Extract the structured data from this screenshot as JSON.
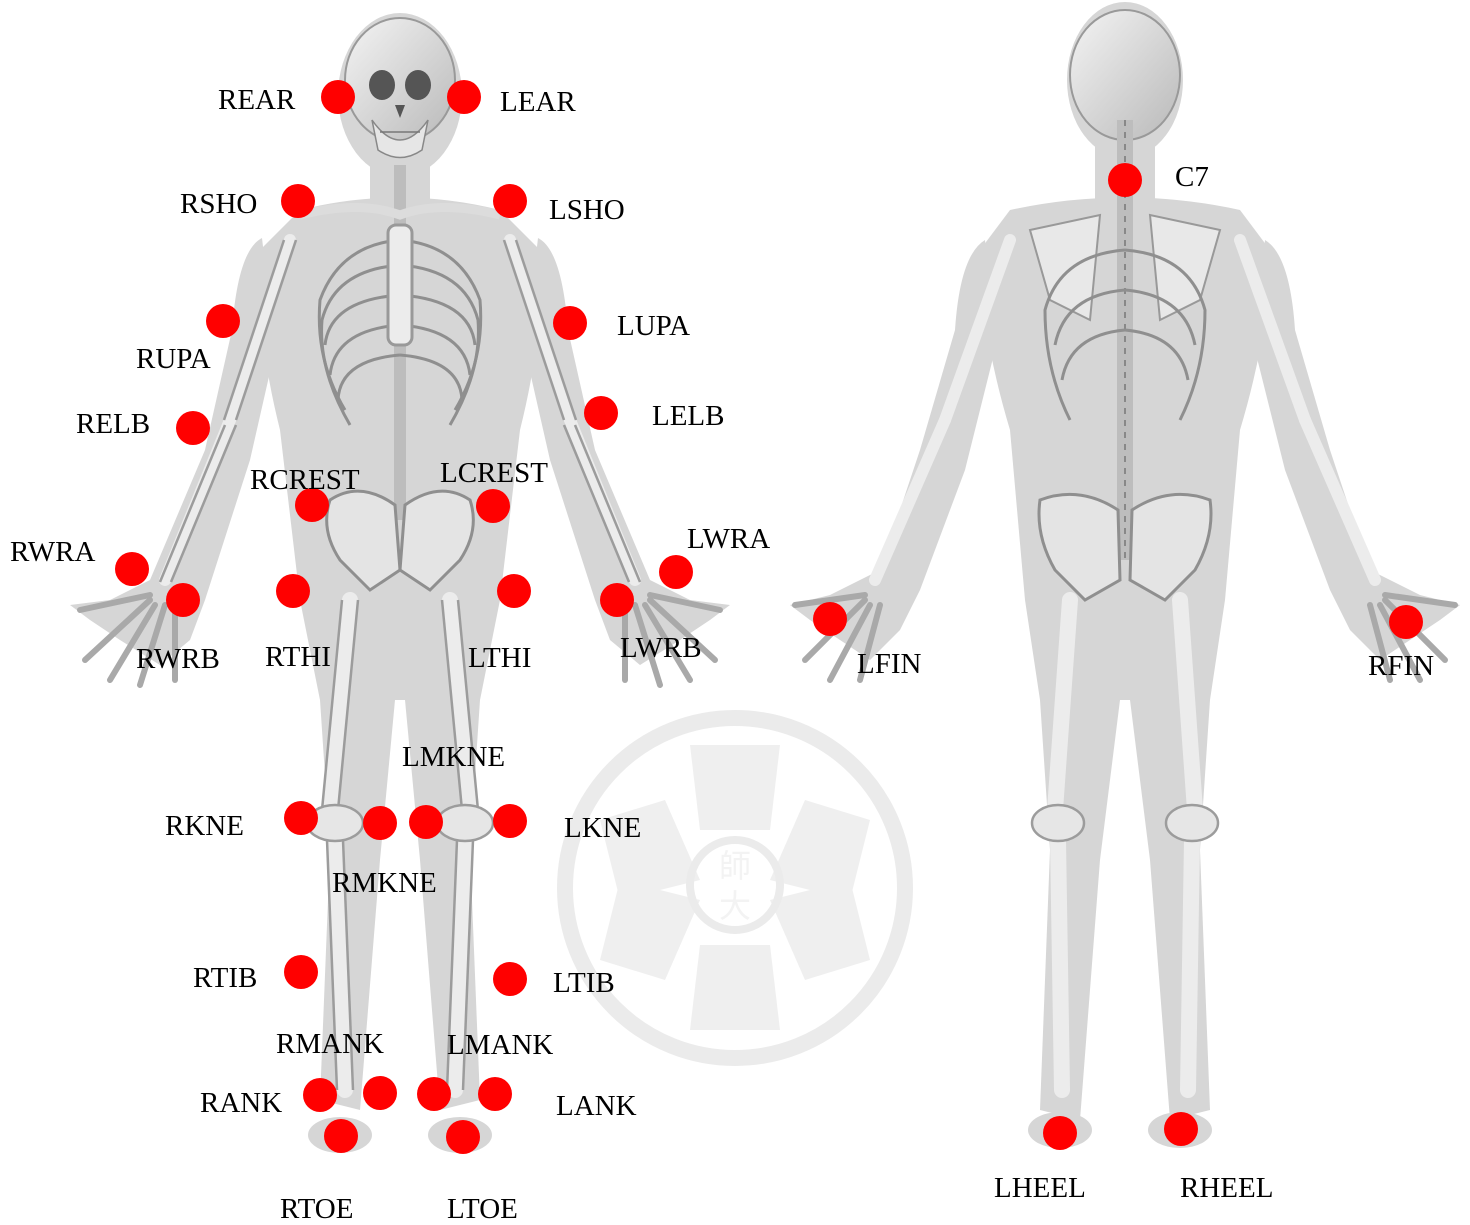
{
  "figure": {
    "colors": {
      "marker": "#ff0000",
      "body": "#d4d4d4",
      "bone": "#eaeaea",
      "bone_edge": "#9a9a9a",
      "seal": "#ebebeb"
    },
    "seal_text": [
      "師",
      "大"
    ],
    "markers": [
      {
        "id": "REAR",
        "label": "REAR"
      },
      {
        "id": "LEAR",
        "label": "LEAR"
      },
      {
        "id": "RSHO",
        "label": "RSHO"
      },
      {
        "id": "LSHO",
        "label": "LSHO"
      },
      {
        "id": "RUPA",
        "label": "RUPA"
      },
      {
        "id": "LUPA",
        "label": "LUPA"
      },
      {
        "id": "RELB",
        "label": "RELB"
      },
      {
        "id": "LELB",
        "label": "LELB"
      },
      {
        "id": "RCREST",
        "label": "RCREST"
      },
      {
        "id": "LCREST",
        "label": "LCREST"
      },
      {
        "id": "RWRA",
        "label": "RWRA"
      },
      {
        "id": "LWRA",
        "label": "LWRA"
      },
      {
        "id": "RWRB",
        "label": "RWRB"
      },
      {
        "id": "LWRB",
        "label": "LWRB"
      },
      {
        "id": "RTHI",
        "label": "RTHI"
      },
      {
        "id": "LTHI",
        "label": "LTHI"
      },
      {
        "id": "LMKNE",
        "label": "LMKNE"
      },
      {
        "id": "RKNE",
        "label": "RKNE"
      },
      {
        "id": "LKNE",
        "label": "LKNE"
      },
      {
        "id": "RMKNE",
        "label": "RMKNE"
      },
      {
        "id": "RTIB",
        "label": "RTIB"
      },
      {
        "id": "LTIB",
        "label": "LTIB"
      },
      {
        "id": "RMANK",
        "label": "RMANK"
      },
      {
        "id": "LMANK",
        "label": "LMANK"
      },
      {
        "id": "RANK",
        "label": "RANK"
      },
      {
        "id": "LANK",
        "label": "LANK"
      },
      {
        "id": "RTOE",
        "label": "RTOE"
      },
      {
        "id": "LTOE",
        "label": "LTOE"
      },
      {
        "id": "C7",
        "label": "C7"
      },
      {
        "id": "LFIN",
        "label": "LFIN"
      },
      {
        "id": "RFIN",
        "label": "RFIN"
      },
      {
        "id": "LHEEL",
        "label": "LHEEL"
      },
      {
        "id": "RHEEL",
        "label": "RHEEL"
      }
    ]
  }
}
